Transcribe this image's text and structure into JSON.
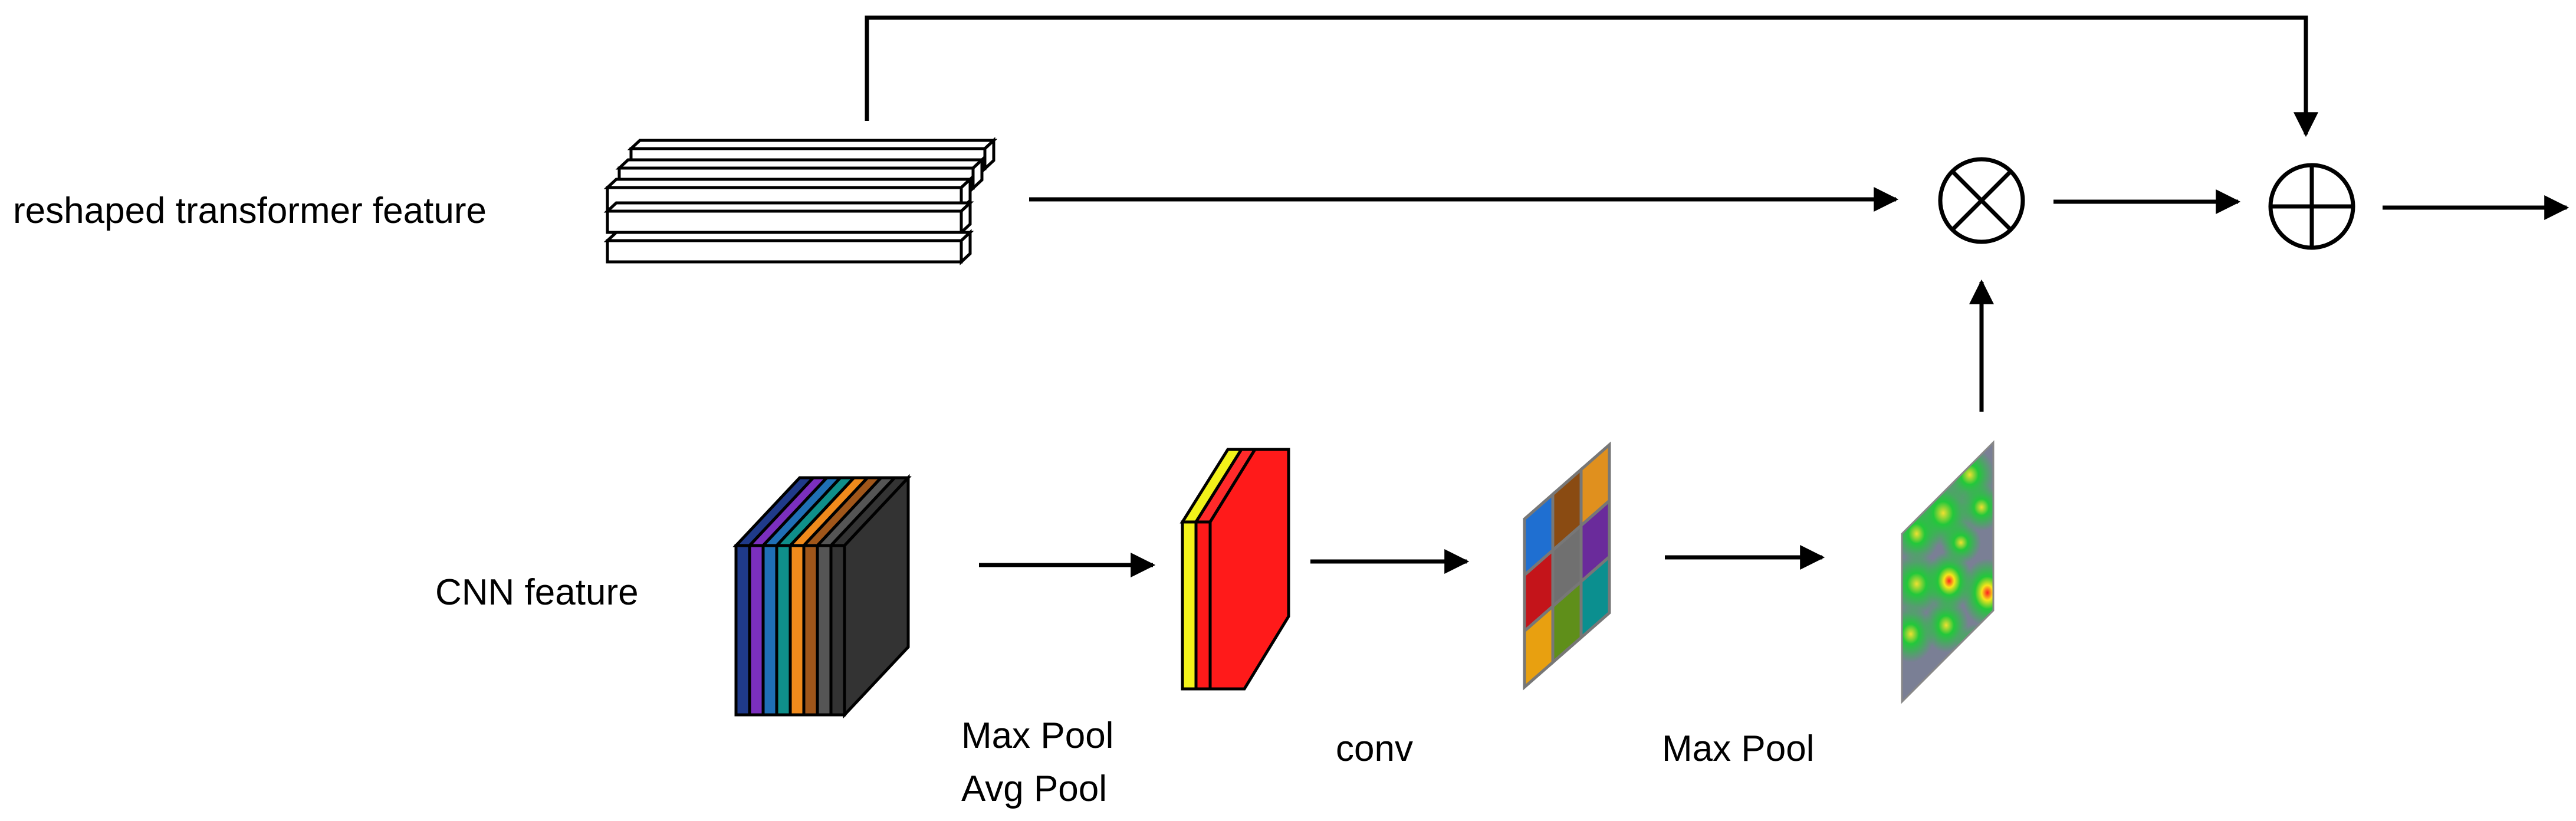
{
  "labels": {
    "transformer_feature": "reshaped transformer feature",
    "cnn_feature": "CNN feature",
    "pool_max": "Max Pool",
    "pool_avg": "Avg Pool",
    "conv": "conv",
    "max_pool": "Max Pool"
  },
  "colors": {
    "line": "#000000",
    "cnn_slices": [
      "#1f3a8a",
      "#7b2fbe",
      "#1f6fb5",
      "#0f8f8a",
      "#f08a1c",
      "#a0561a",
      "#555555",
      "#333333"
    ],
    "pooled_front": "#ff1a1a",
    "pooled_back": "#f2f21a",
    "conv_grid": [
      "#1f6fd1",
      "#8a4b12",
      "#e0901e",
      "#c4141a",
      "#707070",
      "#6a2b9b",
      "#e8a010",
      "#5f8f1a",
      "#0b8f8f"
    ],
    "heatmap_base": "#7a7f95",
    "heatmap_hot": "#22c83a"
  },
  "icons": {
    "multiply": "circle-times-icon",
    "add": "circle-plus-icon"
  }
}
